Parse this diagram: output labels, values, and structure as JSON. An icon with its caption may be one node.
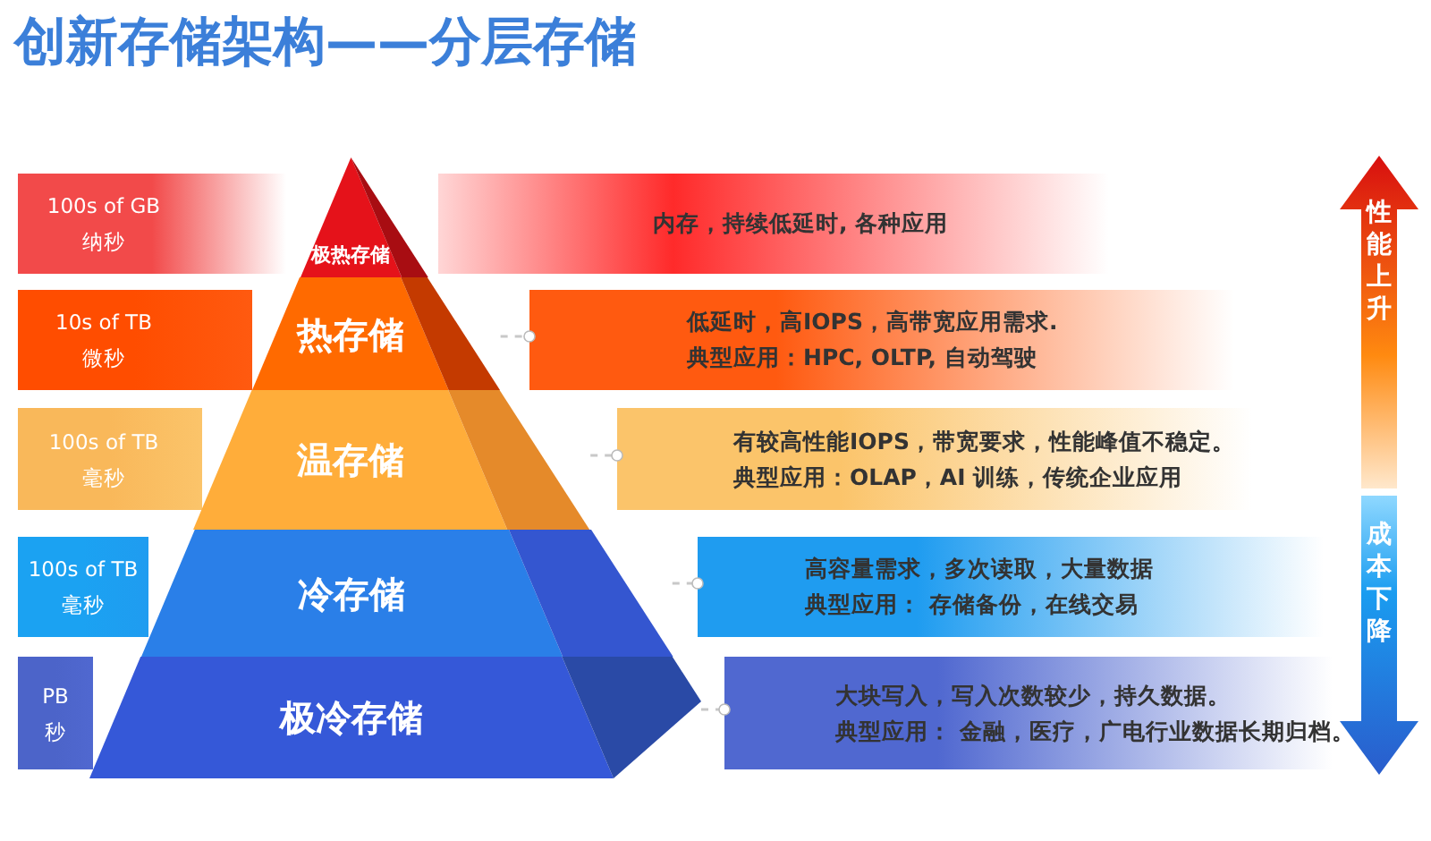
{
  "diagram": {
    "title": "创新存储架构——分层存储",
    "nodes": [
      {
        "text": [
          "100s of GB",
          "纳秒"
        ]
      },
      {
        "text": [
          "极热存储"
        ]
      },
      {
        "text": [
          "内存，持续低延时, 各种应用"
        ]
      },
      {
        "text": [
          "10s of TB",
          "微秒"
        ]
      },
      {
        "text": [
          "热存储"
        ]
      },
      {
        "text": [
          "低延时，高IOPS，高带宽应用需求.",
          "典型应用：HPC, OLTP, 自动驾驶"
        ]
      },
      {
        "text": [
          "100s of TB",
          "毫秒"
        ]
      },
      {
        "text": [
          "温存储"
        ]
      },
      {
        "text": [
          "有较高性能IOPS，带宽要求，性能峰值不稳定。",
          "典型应用：OLAP，AI 训练，传统企业应用"
        ]
      },
      {
        "text": [
          "100s of TB",
          "毫秒"
        ]
      },
      {
        "text": [
          "冷存储"
        ]
      },
      {
        "text": [
          "高容量需求，多次读取，大量数据",
          "典型应用： 存储备份，在线交易"
        ]
      },
      {
        "text": [
          "PB",
          "秒"
        ]
      },
      {
        "text": [
          "极冷存储"
        ]
      },
      {
        "text": [
          "大块写入，写入次数较少，持久数据。",
          "典型应用： 金融，医疗，广电行业数据长期归档。"
        ]
      }
    ],
    "edges": [
      {
        "from": 4,
        "to": 5,
        "arrow": "other",
        "style": "dashed"
      },
      {
        "from": 7,
        "to": 8,
        "arrow": "other",
        "style": "dashed"
      },
      {
        "from": 10,
        "to": 11,
        "arrow": "other",
        "style": "dashed"
      },
      {
        "from": 13,
        "to": 14,
        "arrow": "other",
        "style": "dashed"
      }
    ],
    "labels": [
      "性能上升",
      "成本下降"
    ]
  }
}
